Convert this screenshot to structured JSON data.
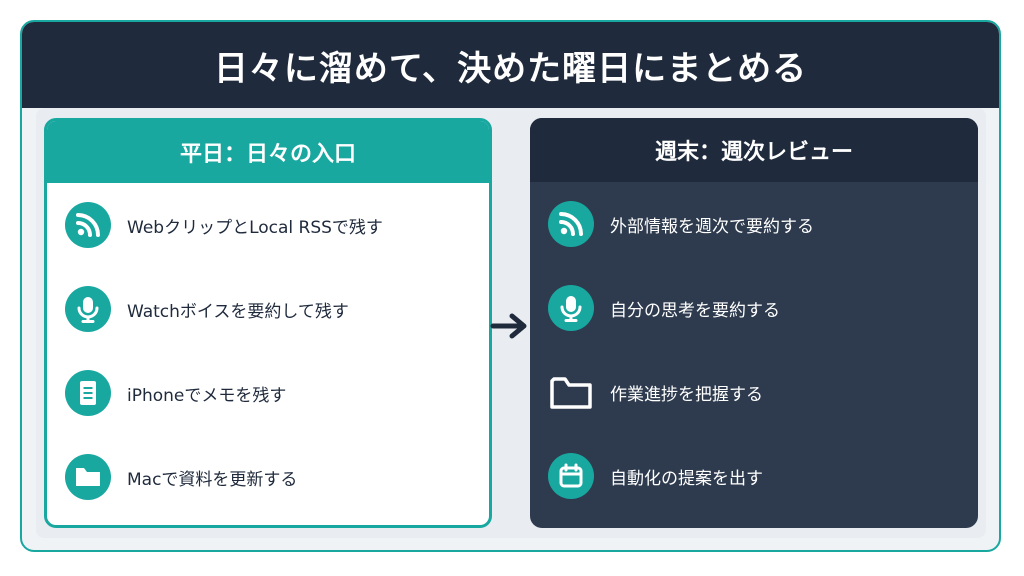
{
  "title": "日々に溜めて、決めた曜日にまとめる",
  "left_panel": {
    "heading": "平日：日々の入口",
    "items": [
      {
        "icon": "rss-icon",
        "label": "WebクリップとLocal RSSで残す"
      },
      {
        "icon": "microphone-icon",
        "label": "Watchボイスを要約して残す"
      },
      {
        "icon": "document-icon",
        "label": "iPhoneでメモを残す"
      },
      {
        "icon": "folder-icon",
        "label": "Macで資料を更新する"
      }
    ]
  },
  "right_panel": {
    "heading": "週末：週次レビュー",
    "items": [
      {
        "icon": "rss-icon",
        "label": "外部情報を週次で要約する"
      },
      {
        "icon": "microphone-icon",
        "label": "自分の思考を要約する"
      },
      {
        "icon": "folder-icon",
        "label": "作業進捗を把握する"
      },
      {
        "icon": "calendar-icon",
        "label": "自動化の提案を出す"
      }
    ]
  },
  "colors": {
    "teal": "#18a8a0",
    "navy": "#1f2a3c",
    "slate": "#2e3b4e"
  }
}
